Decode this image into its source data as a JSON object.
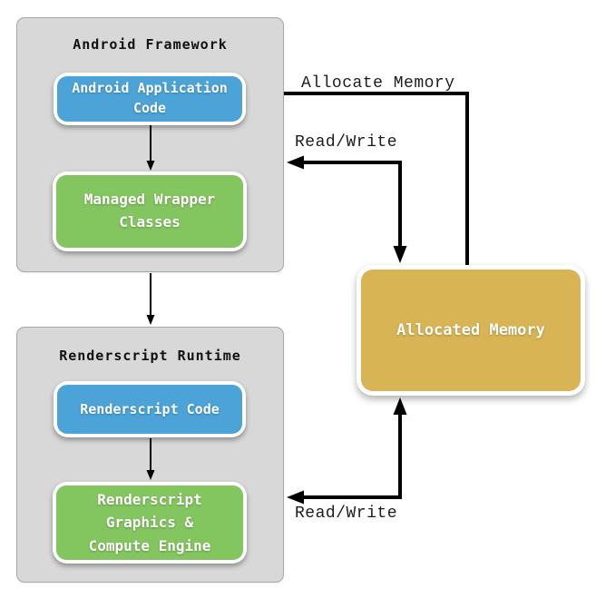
{
  "diagram": {
    "colors": {
      "page_bg": "#ffffff",
      "container_fill": "#d8d8d8",
      "container_border": "#a8a8a8",
      "blue": "#4ba3d8",
      "green": "#83c55f",
      "gold": "#d9b454",
      "line": "#000000",
      "box_text": "#ffffff",
      "title_text": "#111111",
      "label_text": "#1c1c1c"
    },
    "containers": [
      {
        "id": "android-framework",
        "title": "Android Framework",
        "boxes": [
          {
            "id": "android-application-code",
            "label": "Android Application\nCode",
            "color": "blue"
          },
          {
            "id": "managed-wrapper-classes",
            "label": "Managed Wrapper\nClasses",
            "color": "green"
          }
        ]
      },
      {
        "id": "renderscript-runtime",
        "title": "Renderscript Runtime",
        "boxes": [
          {
            "id": "renderscript-code",
            "label": "Renderscript Code",
            "color": "blue"
          },
          {
            "id": "renderscript-graphics-compute-engine",
            "label": "Renderscript\nGraphics &\nCompute Engine",
            "color": "green"
          }
        ]
      }
    ],
    "memory_box": {
      "id": "allocated-memory",
      "label": "Allocated Memory",
      "color": "gold"
    },
    "edge_labels": {
      "allocate": "Allocate Memory",
      "read_write_top": "Read/Write",
      "read_write_bottom": "Read/Write"
    }
  }
}
